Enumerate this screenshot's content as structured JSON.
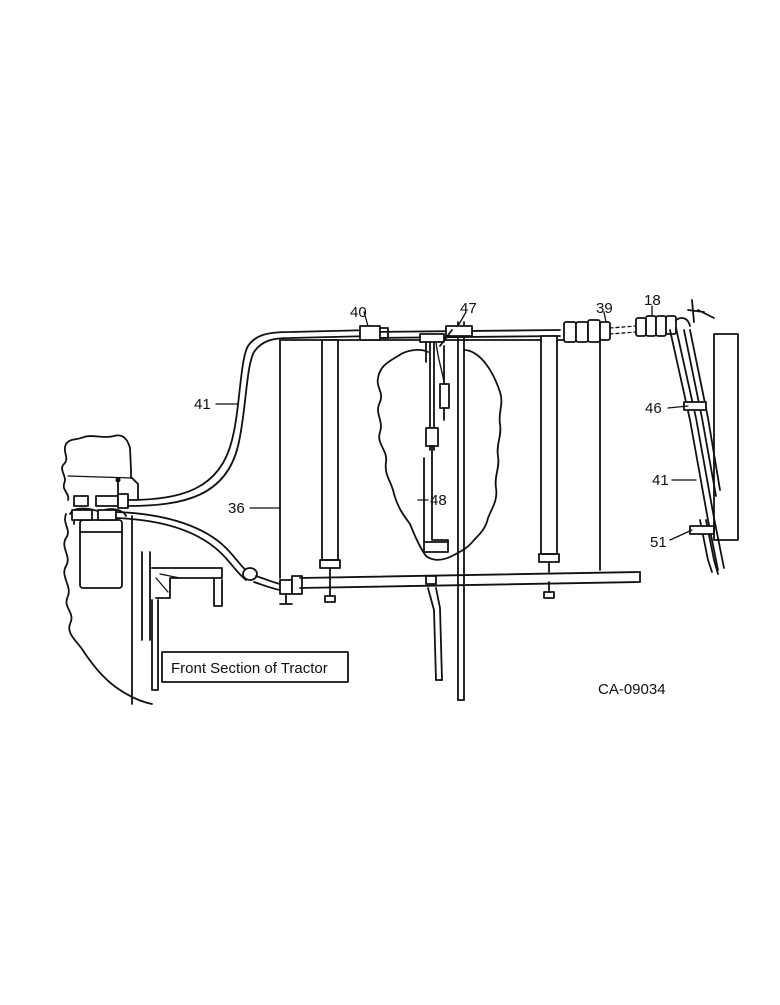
{
  "figure_code": "CA-09034",
  "caption_box": "Front Section of Tractor",
  "callouts": [
    {
      "id": "callout-40",
      "label": "40"
    },
    {
      "id": "callout-47",
      "label": "47"
    },
    {
      "id": "callout-39",
      "label": "39"
    },
    {
      "id": "callout-18",
      "label": "18"
    },
    {
      "id": "callout-41-left",
      "label": "41"
    },
    {
      "id": "callout-36",
      "label": "36"
    },
    {
      "id": "callout-48",
      "label": "48"
    },
    {
      "id": "callout-46",
      "label": "46"
    },
    {
      "id": "callout-41-right",
      "label": "41"
    },
    {
      "id": "callout-51",
      "label": "51"
    }
  ]
}
